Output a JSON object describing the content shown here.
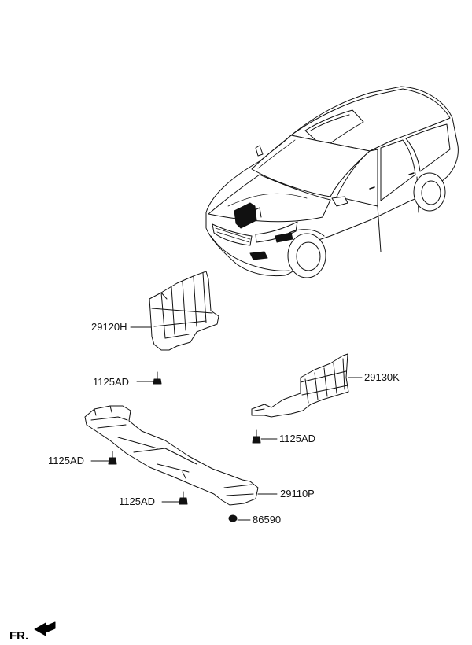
{
  "callouts": {
    "p29120h": "29120H",
    "p1125ad_a": "1125AD",
    "p29130k": "29130K",
    "p1125ad_b": "1125AD",
    "p1125ad_c": "1125AD",
    "p29110p": "29110P",
    "p1125ad_d": "1125AD",
    "p86590": "86590"
  },
  "direction_marker": {
    "label": "FR.",
    "icon": "front-arrow-icon"
  },
  "colors": {
    "line": "#111111",
    "panel_fill": "#ffffff",
    "marker": "#000000"
  }
}
